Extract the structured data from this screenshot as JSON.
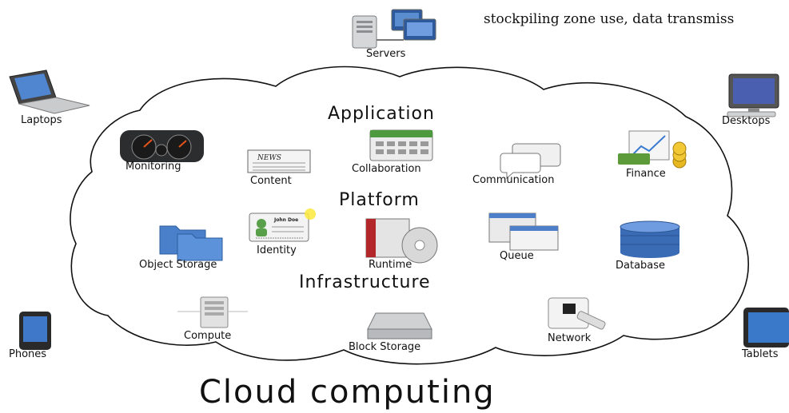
{
  "header_text": "stockpiling zone use, data transmiss",
  "title": "Cloud computing",
  "layers": {
    "application": "Application",
    "platform": "Platform",
    "infrastructure": "Infrastructure"
  },
  "devices": {
    "servers": "Servers",
    "laptops": "Laptops",
    "desktops": "Desktops",
    "phones": "Phones",
    "tablets": "Tablets"
  },
  "services": {
    "monitoring": "Monitoring",
    "content": "Content",
    "collaboration": "Collaboration",
    "communication": "Communication",
    "finance": "Finance",
    "identity": "Identity",
    "runtime": "Runtime",
    "queue": "Queue",
    "database": "Database",
    "object_storage": "Object Storage",
    "compute": "Compute",
    "block_storage": "Block Storage",
    "network": "Network"
  },
  "icon_badges": {
    "news": "NEWS",
    "identity_name": "John Doe"
  }
}
